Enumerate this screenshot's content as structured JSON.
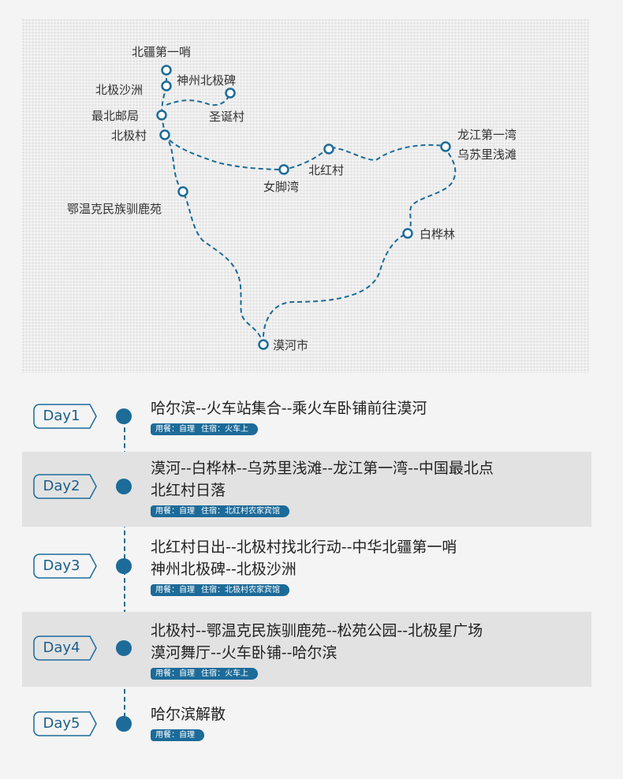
{
  "map": {
    "places": [
      {
        "id": "beijiang",
        "label": "北疆第一哨"
      },
      {
        "id": "shenzhou",
        "label": "神州北极碑"
      },
      {
        "id": "shazhou",
        "label": "北极沙洲"
      },
      {
        "id": "youju",
        "label": "最北邮局"
      },
      {
        "id": "shengdan",
        "label": "圣诞村"
      },
      {
        "id": "beijicun",
        "label": "北极村"
      },
      {
        "id": "longjiang_1",
        "label": "龙江第一湾"
      },
      {
        "id": "longjiang_2",
        "label": "乌苏里浅滩"
      },
      {
        "id": "beihong",
        "label": "北红村"
      },
      {
        "id": "nvjiao",
        "label": "女脚湾"
      },
      {
        "id": "elunchun",
        "label": "鄂温克民族驯鹿苑"
      },
      {
        "id": "baihualin",
        "label": "白桦林"
      },
      {
        "id": "mohe",
        "label": "漠河市"
      }
    ],
    "route_color": "#1c6b99"
  },
  "itinerary": {
    "days": [
      {
        "label": "Day1",
        "lines": [
          "哈尔滨--火车站集合--乘火车卧铺前往漠河"
        ],
        "meal": "用餐：自理",
        "stay": "住宿：火车上"
      },
      {
        "label": "Day2",
        "lines": [
          "漠河--白桦林--乌苏里浅滩--龙江第一湾--中国最北点",
          "北红村日落"
        ],
        "meal": "用餐：自理",
        "stay": "住宿：北红村农家宾馆"
      },
      {
        "label": "Day3",
        "lines": [
          "北红村日出--北极村找北行动--中华北疆第一哨",
          "神州北极碑--北极沙洲"
        ],
        "meal": "用餐：自理",
        "stay": "住宿：北极村农家宾馆"
      },
      {
        "label": "Day4",
        "lines": [
          "北极村--鄂温克民族驯鹿苑--松苑公园--北极星广场",
          "漠河舞厅--火车卧铺--哈尔滨"
        ],
        "meal": "用餐：自理",
        "stay": "住宿：火车上"
      },
      {
        "label": "Day5",
        "lines": [
          "哈尔滨解散"
        ],
        "meal": "用餐：自理",
        "stay": ""
      }
    ],
    "accent": "#1c6b99"
  }
}
